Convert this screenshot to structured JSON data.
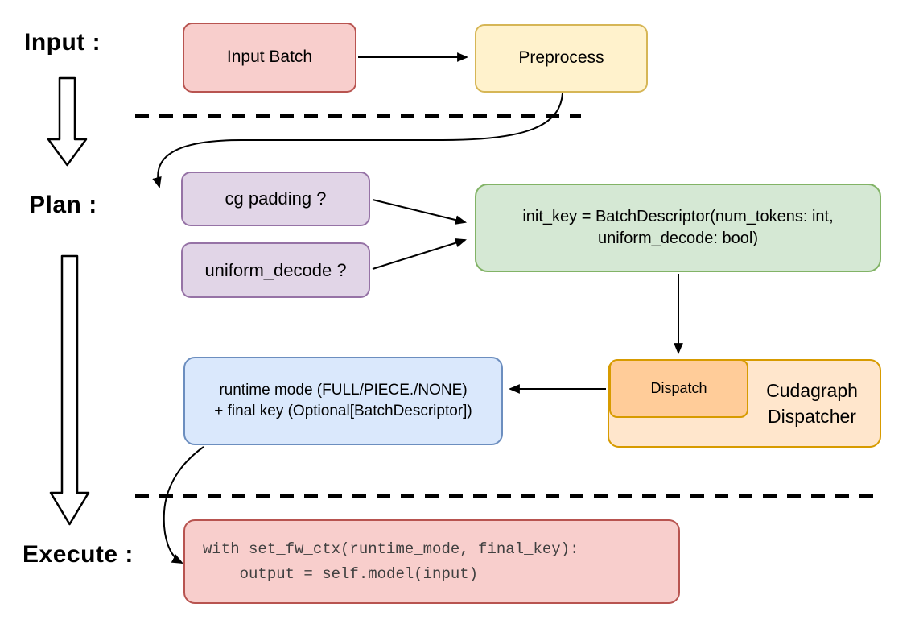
{
  "phases": {
    "input_label": "Input :",
    "plan_label": "Plan :",
    "execute_label": "Execute :"
  },
  "nodes": {
    "input_batch": "Input Batch",
    "preprocess": "Preprocess",
    "cg_padding": "cg padding ?",
    "uniform_decode": "uniform_decode ?",
    "init_key": "init_key = BatchDescriptor(num_tokens: int,\nuniform_decode: bool)",
    "dispatch": "Dispatch",
    "cudagraph_dispatcher": "Cudagraph\nDispatcher",
    "runtime_mode": "runtime mode (FULL/PIECE./NONE)\n+ final key (Optional[BatchDescriptor])",
    "execute_code": "with set_fw_ctx(runtime_mode, final_key):\n    output = self.model(input)"
  },
  "colors": {
    "red_fill": "#f8cecc",
    "red_border": "#b85450",
    "yellow_fill": "#fff2cc",
    "yellow_border": "#d6b656",
    "purple_fill": "#e1d5e7",
    "purple_border": "#9673a6",
    "green_fill": "#d5e8d4",
    "green_border": "#82b366",
    "blue_fill": "#dae8fc",
    "blue_border": "#6c8ebf",
    "orange_outer_fill": "#ffe6cc",
    "orange_inner_fill": "#ffcc99",
    "orange_border": "#d79b00",
    "connector": "#000000",
    "code_text": "#404040"
  }
}
